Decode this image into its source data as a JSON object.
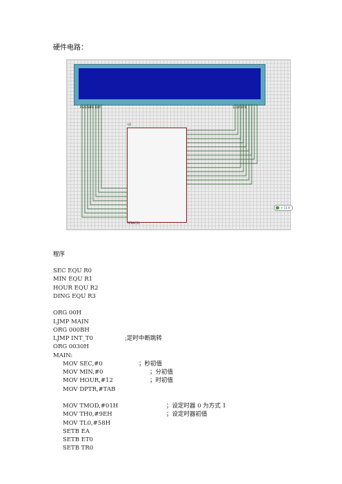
{
  "heading": "硬件电路：",
  "schematic": {
    "lcd_pins_left": "RSRDWRE D0P",
    "lcd_pins_right": "12345678",
    "chip_ref": "U1",
    "chip_part": "AT89C51",
    "badge_text": "+ 11.9"
  },
  "program_label": "程序",
  "code_lines": [
    {
      "text": "SEC EQU R0",
      "indent": 0,
      "comment": ""
    },
    {
      "text": "MIN EQU R1",
      "indent": 0,
      "comment": ""
    },
    {
      "text": "HOUR EQU R2",
      "indent": 0,
      "comment": ""
    },
    {
      "text": "DING EQU R3",
      "indent": 0,
      "comment": ""
    },
    {
      "text": "",
      "indent": 0,
      "comment": ""
    },
    {
      "text": "ORG 00H",
      "indent": 0,
      "comment": ""
    },
    {
      "text": "LJMP MAIN",
      "indent": 0,
      "comment": ""
    },
    {
      "text": "ORG 000BH",
      "indent": 0,
      "comment": ""
    },
    {
      "text": "LJMP INT_T0",
      "indent": 0,
      "comment": ";定时中断跳转"
    },
    {
      "text": "ORG 0030H",
      "indent": 0,
      "comment": ""
    },
    {
      "text": "MAIN:",
      "indent": 0,
      "comment": ""
    },
    {
      "text": "MOV SEC,#0",
      "indent": 1,
      "comment": "；秒初值"
    },
    {
      "text": "MOV MIN,#0",
      "indent": 1,
      "comment": "；分初值"
    },
    {
      "text": "MOV HOUR,#12",
      "indent": 1,
      "comment": "；时初值"
    },
    {
      "text": "MOV DPTR,#TAB",
      "indent": 1,
      "comment": ""
    },
    {
      "text": "",
      "indent": 0,
      "comment": ""
    },
    {
      "text": "MOV TMOD,#01H",
      "indent": 1,
      "comment": "；设定时器 0 为方式 1"
    },
    {
      "text": "MOV TH0,#9EH",
      "indent": 1,
      "comment": "；设定时器初值"
    },
    {
      "text": "MOV TL0,#58H",
      "indent": 1,
      "comment": ""
    },
    {
      "text": "SETB EA",
      "indent": 1,
      "comment": ""
    },
    {
      "text": "SETB ET0",
      "indent": 1,
      "comment": ""
    },
    {
      "text": "SETB TR0",
      "indent": 1,
      "comment": ""
    }
  ]
}
